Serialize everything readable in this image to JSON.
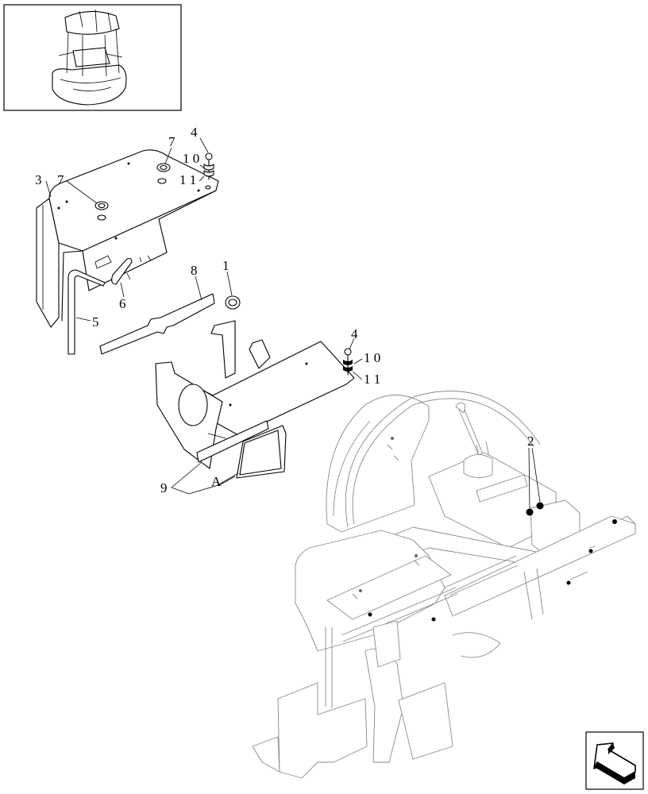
{
  "callouts": [
    {
      "id": "c4a",
      "text": "4"
    },
    {
      "id": "c7a",
      "text": "7"
    },
    {
      "id": "c10a",
      "text": "1 0"
    },
    {
      "id": "c11a",
      "text": "1 1"
    },
    {
      "id": "c3",
      "text": "3"
    },
    {
      "id": "c7b",
      "text": "7"
    },
    {
      "id": "c8",
      "text": "8"
    },
    {
      "id": "c1",
      "text": "1"
    },
    {
      "id": "c6",
      "text": "6"
    },
    {
      "id": "c5",
      "text": "5"
    },
    {
      "id": "c4b",
      "text": "4"
    },
    {
      "id": "c10b",
      "text": "1 0"
    },
    {
      "id": "c11b",
      "text": "1 1"
    },
    {
      "id": "c2",
      "text": "2"
    },
    {
      "id": "c9",
      "text": "9"
    },
    {
      "id": "cA",
      "text": "A"
    }
  ],
  "icons": {
    "thumbnail": "machine-overview-thumbnail",
    "nav": "next-page-arrow-icon"
  }
}
